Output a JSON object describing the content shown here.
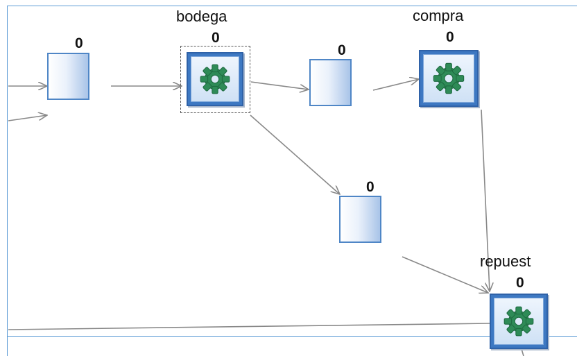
{
  "diagram": {
    "colors": {
      "frame": "#5b9bd5",
      "edge": "#888888",
      "queue_border": "#4f86c6",
      "task_border": "#2f62a8",
      "gear": "#2e8b57"
    },
    "queues": [
      {
        "id": "queue-1",
        "count": "0"
      },
      {
        "id": "queue-2",
        "count": "0"
      },
      {
        "id": "queue-3",
        "count": "0"
      }
    ],
    "tasks": [
      {
        "id": "bodega",
        "label": "bodega",
        "count": "0",
        "icon": "gear-icon",
        "selected": true
      },
      {
        "id": "compra",
        "label": "compra",
        "count": "0",
        "icon": "gear-icon",
        "selected": false
      },
      {
        "id": "repuest",
        "label": "repuest",
        "count": "0",
        "icon": "gear-icon",
        "selected": false
      }
    ]
  }
}
